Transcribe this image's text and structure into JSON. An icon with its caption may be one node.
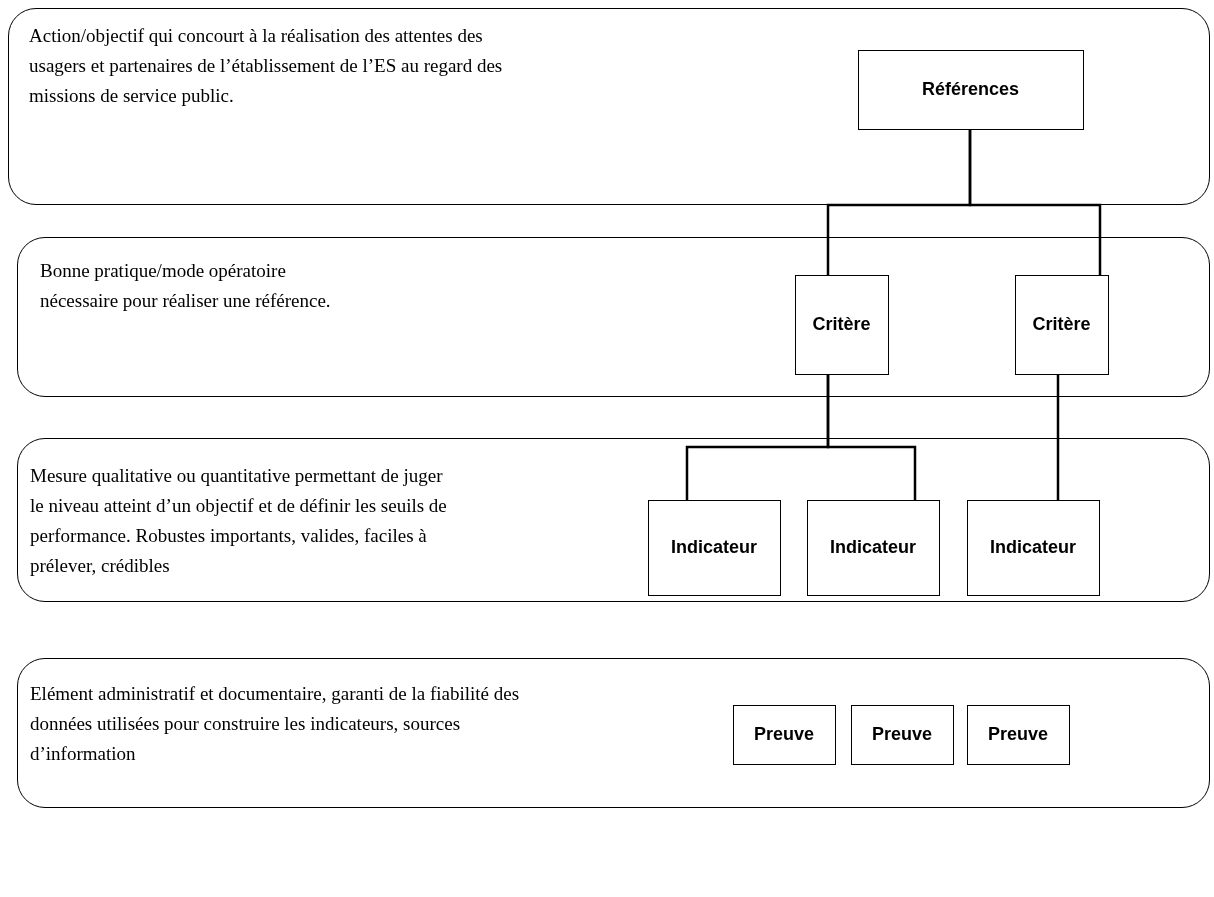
{
  "diagram": {
    "nodes": [
      {
        "text": [
          "Action/objectif qui concourt à la réalisation des attentes des usagers et partenaires de l’établissement de l’ES au regard des missions de service public."
        ]
      },
      {
        "text": [
          "Références"
        ],
        "in": 0
      },
      {
        "text": [
          "Bonne pratique/mode opératoire nécessaire pour réaliser une référence."
        ]
      },
      {
        "text": [
          "Critère"
        ],
        "in": 2
      },
      {
        "text": [
          "Critère"
        ],
        "in": 2
      },
      {
        "text": [
          "Mesure qualitative ou quantitative permettant de juger le niveau atteint d’un objectif et de définir les seuils de performance. Robustes importants, valides, faciles à prélever, crédibles"
        ]
      },
      {
        "text": [
          "Indicateur"
        ],
        "in": 5
      },
      {
        "text": [
          "Indicateur"
        ],
        "in": 5
      },
      {
        "text": [
          "Indicateur"
        ],
        "in": 5
      },
      {
        "text": [
          "Elément administratif et documentaire, garanti de la fiabilité des données utilisées pour construire les indicateurs, sources d’information"
        ]
      },
      {
        "text": [
          "Preuve"
        ],
        "in": 9
      },
      {
        "text": [
          "Preuve"
        ],
        "in": 9
      },
      {
        "text": [
          "Preuve"
        ],
        "in": 9
      }
    ],
    "edges": [
      {
        "from": 1,
        "to": 3,
        "arrow": "none"
      },
      {
        "from": 1,
        "to": 4,
        "arrow": "none"
      },
      {
        "from": 3,
        "to": 6,
        "arrow": "none"
      },
      {
        "from": 3,
        "to": 7,
        "arrow": "none"
      },
      {
        "from": 4,
        "to": 8,
        "arrow": "none"
      }
    ]
  }
}
